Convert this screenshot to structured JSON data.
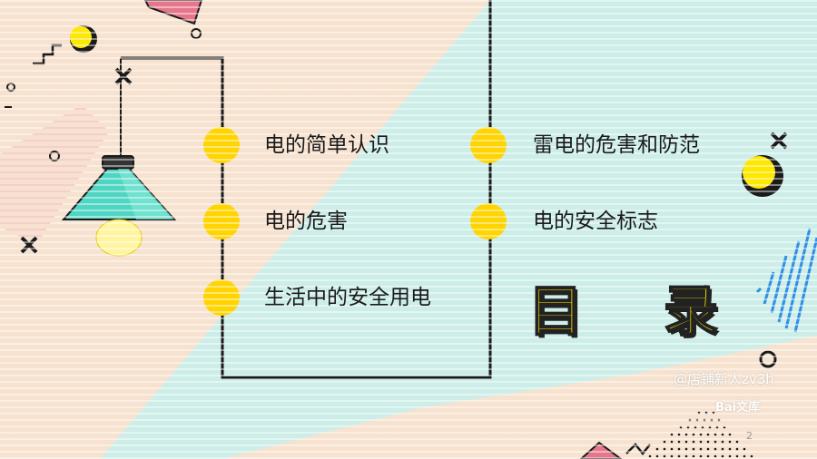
{
  "slide": {
    "items_left": [
      {
        "label": "电的简单认识"
      },
      {
        "label": "电的危害"
      },
      {
        "label": "生活中的安全用电"
      }
    ],
    "items_right": [
      {
        "label": "雷电的危害和防范"
      },
      {
        "label": "电的安全标志"
      }
    ],
    "title": "目 录",
    "watermark": "@店铺新人zv3h",
    "baidu_logo_text": "Bai文库",
    "page_number": "2"
  },
  "colors": {
    "peach": "#f7e2cf",
    "mint": "#cdeee8",
    "dot_yellow": "#ffd400",
    "frame_line": "#1a1a1a",
    "lamp_shade": "#4fd6c3",
    "title_yellow": "#ffe800",
    "pink_accent": "#e8768b",
    "blue_accent": "#2f8fe6"
  },
  "icons": [
    "hanging-lamp-icon",
    "cross-mark-icon",
    "circle-ring-icon",
    "squiggle-icon"
  ]
}
